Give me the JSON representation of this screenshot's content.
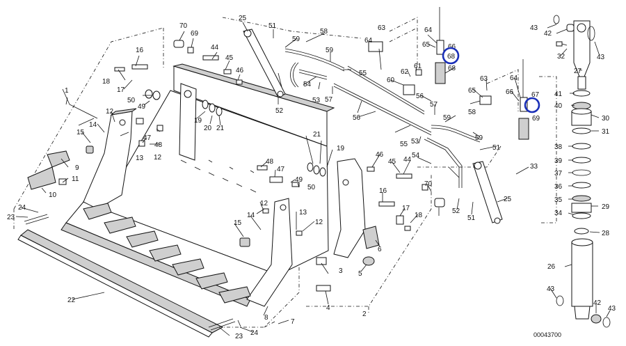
{
  "diagram": {
    "drawing_number": "00043700",
    "highlight_color": "#1a2fb8",
    "highlighted_callouts": [
      "67",
      "6"
    ],
    "callouts": [
      "1",
      "2",
      "3",
      "4",
      "5",
      "6",
      "7",
      "8",
      "9",
      "10",
      "11",
      "12",
      "12",
      "12",
      "12",
      "13",
      "13",
      "14",
      "14",
      "15",
      "15",
      "16",
      "16",
      "17",
      "17",
      "18",
      "18",
      "19",
      "19",
      "20",
      "21",
      "21",
      "22",
      "23",
      "23",
      "24",
      "24",
      "25",
      "25",
      "26",
      "27",
      "28",
      "29",
      "30",
      "31",
      "32",
      "33",
      "34",
      "35",
      "36",
      "37",
      "38",
      "39",
      "40",
      "41",
      "42",
      "42",
      "43",
      "43",
      "43",
      "43",
      "44",
      "44",
      "45",
      "45",
      "46",
      "46",
      "47",
      "47",
      "48",
      "48",
      "49",
      "49",
      "50",
      "50",
      "51",
      "51",
      "51",
      "52",
      "52",
      "53",
      "53",
      "54",
      "54",
      "55",
      "55",
      "56",
      "56",
      "57",
      "57",
      "58",
      "58",
      "59",
      "59",
      "59",
      "59",
      "60",
      "61",
      "62",
      "63",
      "63",
      "64",
      "64",
      "64",
      "65",
      "65",
      "66",
      "66",
      "67",
      "68",
      "68",
      "69",
      "69",
      "70",
      "70"
    ]
  }
}
